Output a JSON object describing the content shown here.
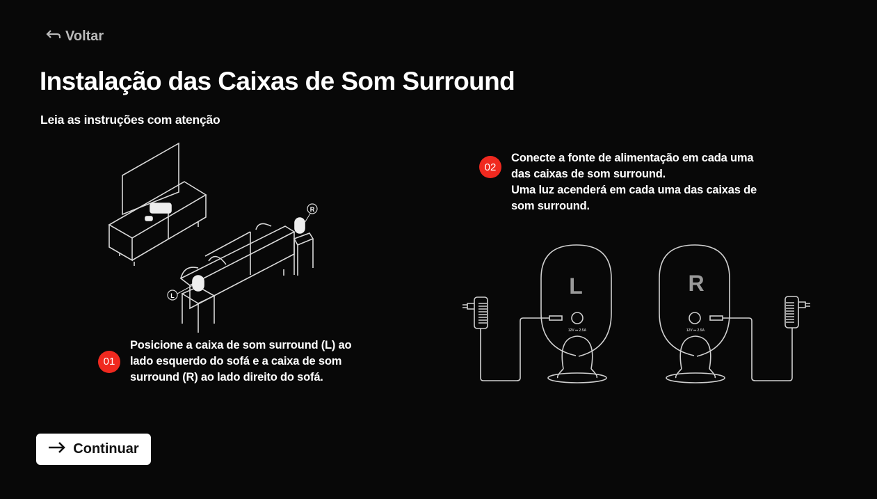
{
  "nav": {
    "back_label": "Voltar",
    "back_icon": "arrow-back-icon"
  },
  "header": {
    "title": "Instalação das Caixas de Som Surround",
    "subtitle": "Leia as instruções com atenção"
  },
  "steps": [
    {
      "number": "01",
      "lines": [
        "Posicione a caixa de som surround (L) ao lado esquerdo do sofá e a caixa de som surround (R) ao lado direito do sofá."
      ]
    },
    {
      "number": "02",
      "lines": [
        "Conecte a fonte de alimentação em cada uma das caixas de som surround.",
        "Uma luz acenderá em cada uma das caixas de som surround."
      ]
    }
  ],
  "illustration_room": {
    "left_label": "L",
    "right_label": "R"
  },
  "illustration_speakers": {
    "left_label": "L",
    "right_label": "R",
    "power_rating": "12V ⎓ 2.5A"
  },
  "footer": {
    "continue_label": "Continuar",
    "continue_icon": "arrow-right-icon"
  },
  "colors": {
    "background": "#080808",
    "accent": "#f0291f",
    "button": "#ffffff"
  }
}
